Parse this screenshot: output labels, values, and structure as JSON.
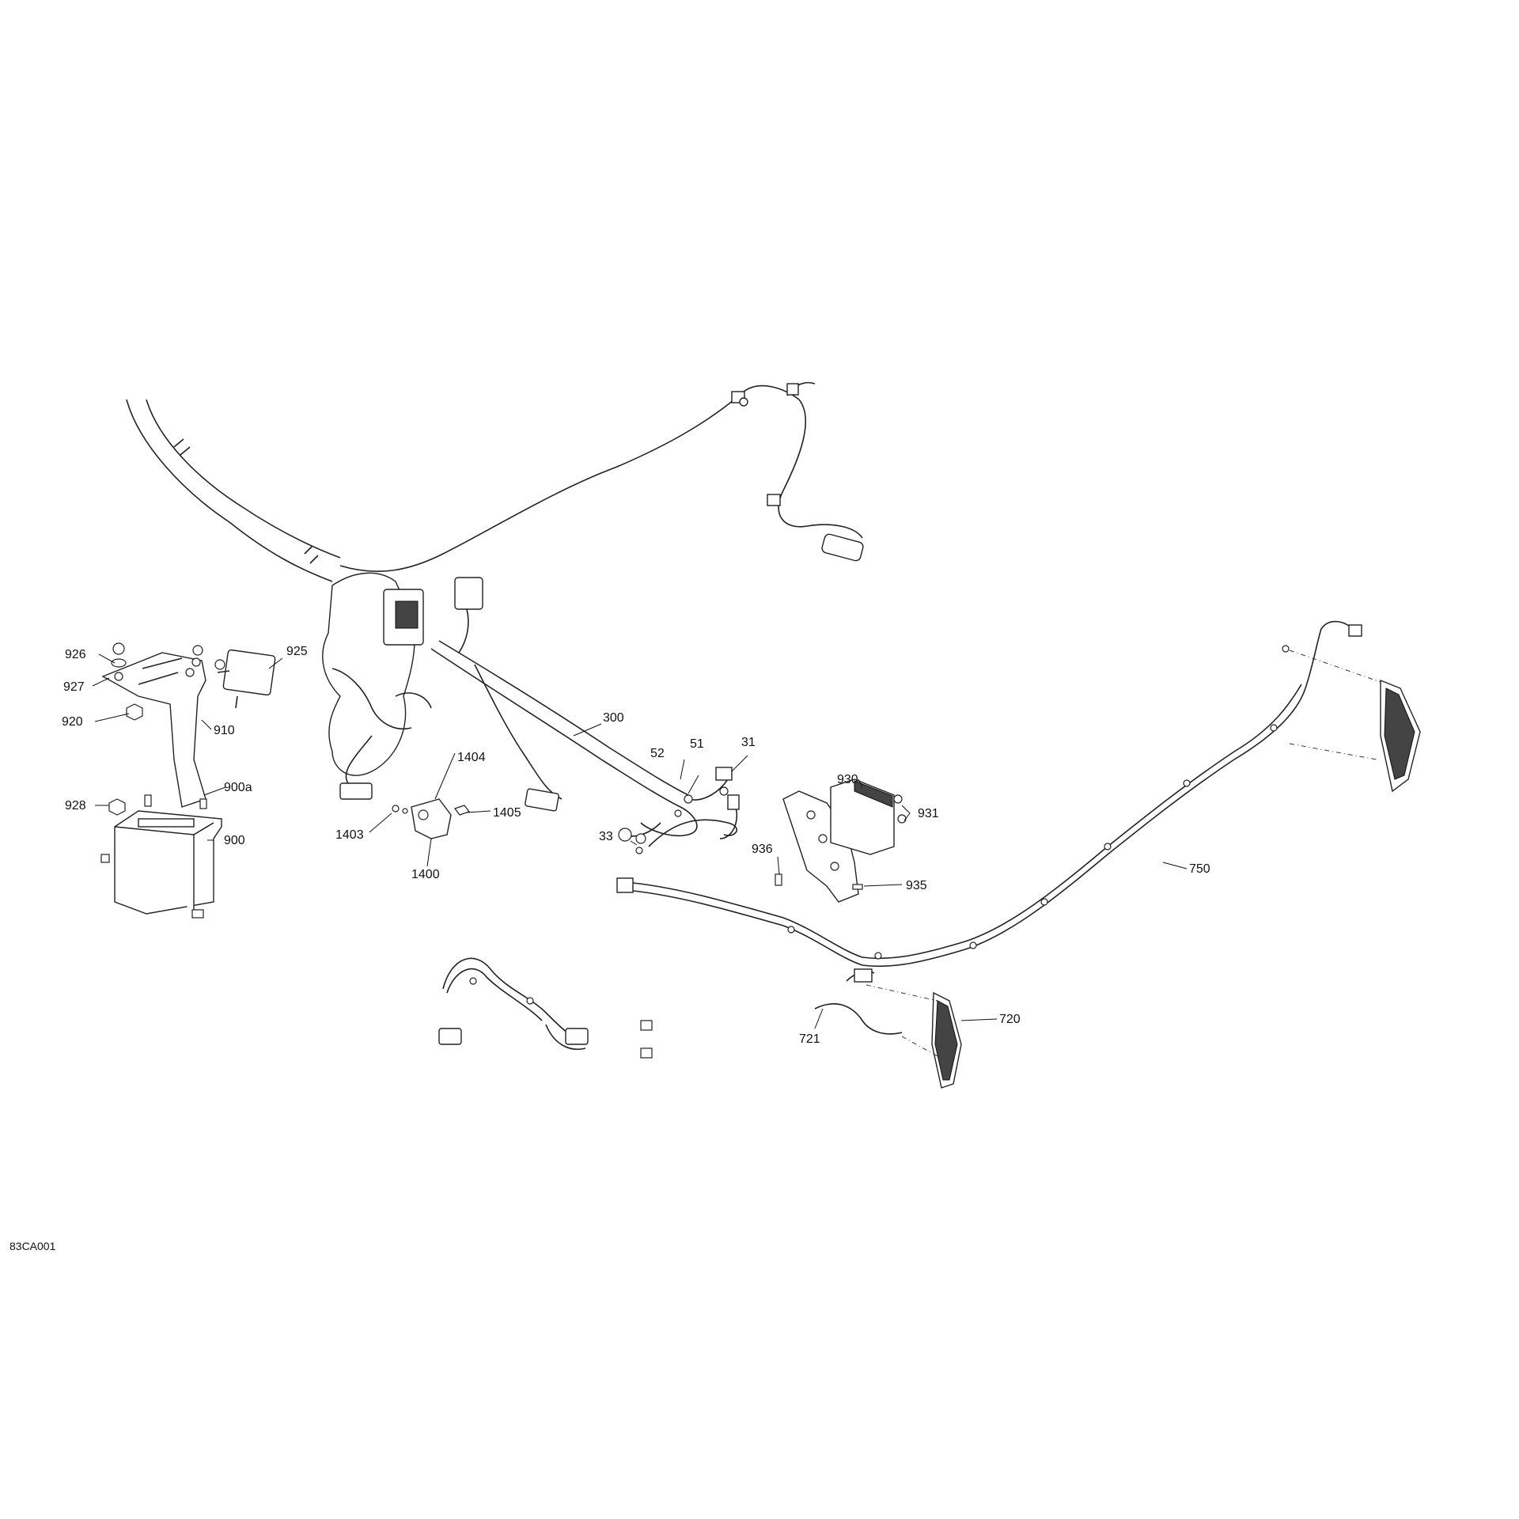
{
  "diagram": {
    "reference_code": "83CA001",
    "callouts": {
      "c926": "926",
      "c927": "927",
      "c920": "920",
      "c928": "928",
      "c925": "925",
      "c910": "910",
      "c900a": "900a",
      "c900": "900",
      "c300": "300",
      "c52": "52",
      "c51": "51",
      "c31": "31",
      "c33": "33",
      "c1404": "1404",
      "c1403": "1403",
      "c1405": "1405",
      "c1400": "1400",
      "c930": "930",
      "c931": "931",
      "c936": "936",
      "c935": "935",
      "c750": "750",
      "c720": "720",
      "c721": "721"
    }
  }
}
